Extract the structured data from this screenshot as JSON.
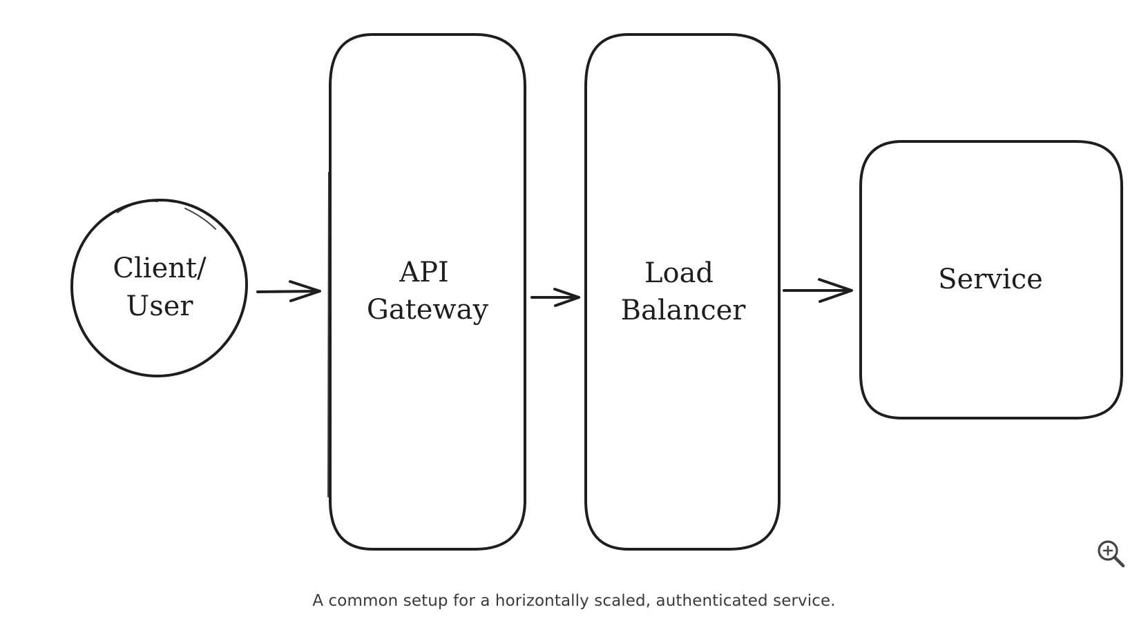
{
  "diagram": {
    "nodes": {
      "client": {
        "line1": "Client/",
        "line2": "User"
      },
      "gateway": {
        "line1": "API",
        "line2": "Gateway"
      },
      "balancer": {
        "line1": "Load",
        "line2": "Balancer"
      },
      "service": {
        "line1": "Service"
      }
    },
    "edges": [
      {
        "from": "client",
        "to": "gateway"
      },
      {
        "from": "gateway",
        "to": "balancer"
      },
      {
        "from": "balancer",
        "to": "service"
      }
    ],
    "stroke_color": "#1e1e1e"
  },
  "zoom_icon": "zoom-in-icon",
  "caption": "A common setup for a horizontally scaled, authenticated service."
}
